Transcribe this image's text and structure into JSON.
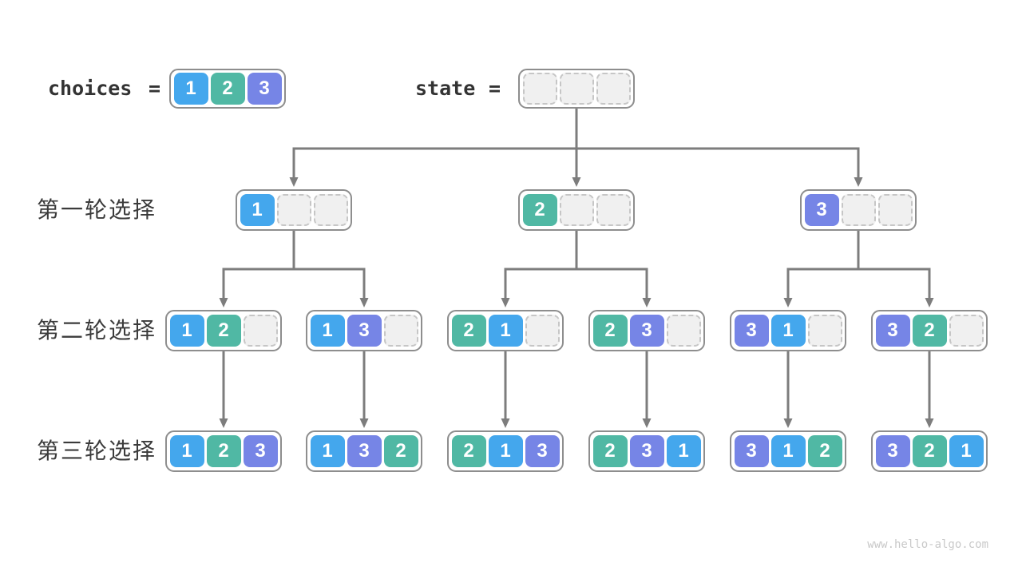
{
  "palette": {
    "choice_colors": {
      "1": "#44a7ed",
      "2": "#50b8a4",
      "3": "#7685e6"
    },
    "empty_fill": "#f0f0f0",
    "empty_border": "#c6c6c6",
    "box_border": "#8e8e8e",
    "arrow": "#7d7d7d",
    "label_text": "#3b3b3b",
    "code_text": "#333333",
    "watermark_text": "#c9c9c9"
  },
  "header": {
    "choices_label": "choices",
    "equals": "=",
    "choices_values": [
      1,
      2,
      3
    ],
    "state_label": "state",
    "state_slots": 3
  },
  "rounds": [
    {
      "label": "第一轮选择",
      "nodes": [
        [
          1,
          null,
          null
        ],
        [
          2,
          null,
          null
        ],
        [
          3,
          null,
          null
        ]
      ]
    },
    {
      "label": "第二轮选择",
      "nodes": [
        [
          1,
          2,
          null
        ],
        [
          1,
          3,
          null
        ],
        [
          2,
          1,
          null
        ],
        [
          2,
          3,
          null
        ],
        [
          3,
          1,
          null
        ],
        [
          3,
          2,
          null
        ]
      ]
    },
    {
      "label": "第三轮选择",
      "nodes": [
        [
          1,
          2,
          3
        ],
        [
          1,
          3,
          2
        ],
        [
          2,
          1,
          3
        ],
        [
          2,
          3,
          1
        ],
        [
          3,
          1,
          2
        ],
        [
          3,
          2,
          1
        ]
      ]
    }
  ],
  "watermark": "www.hello-algo.com"
}
